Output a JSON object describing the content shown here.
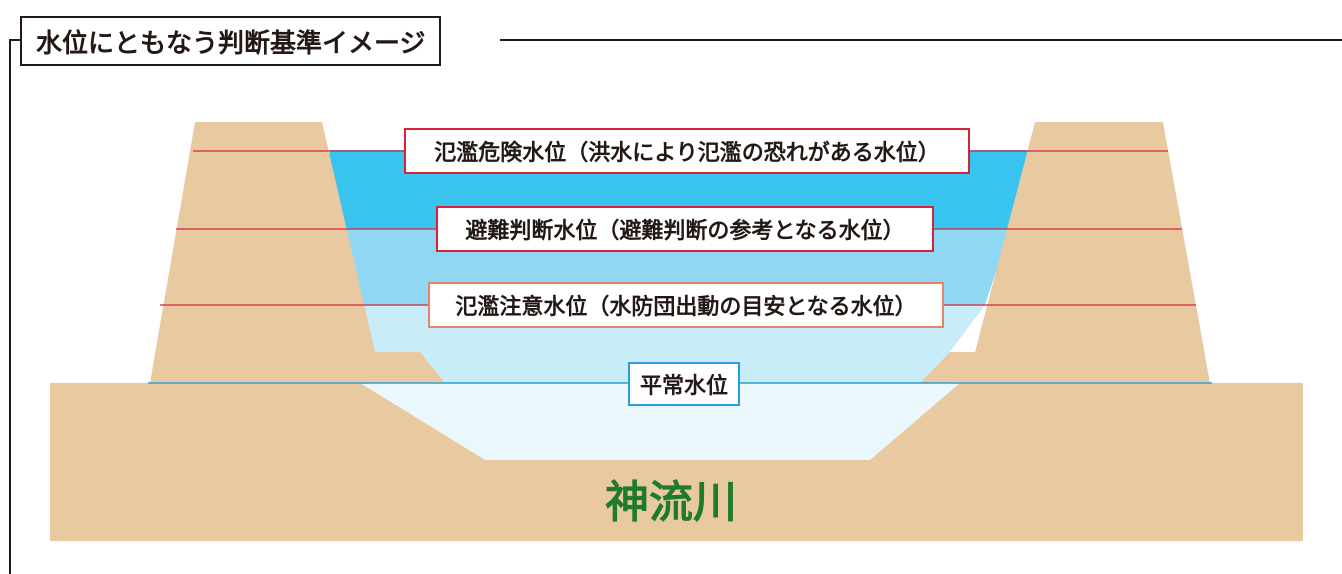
{
  "title": "水位にともなう判断基準イメージ",
  "river_name": "神流川",
  "levels": {
    "flood_danger": "氾濫危険水位（洪水により氾濫の恐れがある水位）",
    "evacuation": "避難判断水位（避難判断の参考となる水位）",
    "flood_warning": "氾濫注意水位（水防団出動の目安となる水位）",
    "normal": "平常水位"
  },
  "colors": {
    "ground": "#e8c9a0",
    "water_danger": "#38c4ef",
    "water_evacuation": "#8fd7f3",
    "water_warning": "#c9ecf9",
    "water_normal": "#eaf7fd",
    "level_line_red": "#d7233a",
    "level_line_normal": "#2a9fd6",
    "label_border_danger": "#d7233a",
    "label_border_warning": "#e9806a",
    "label_border_normal": "#2a9fd6",
    "river_name": "#1f7a2e"
  }
}
